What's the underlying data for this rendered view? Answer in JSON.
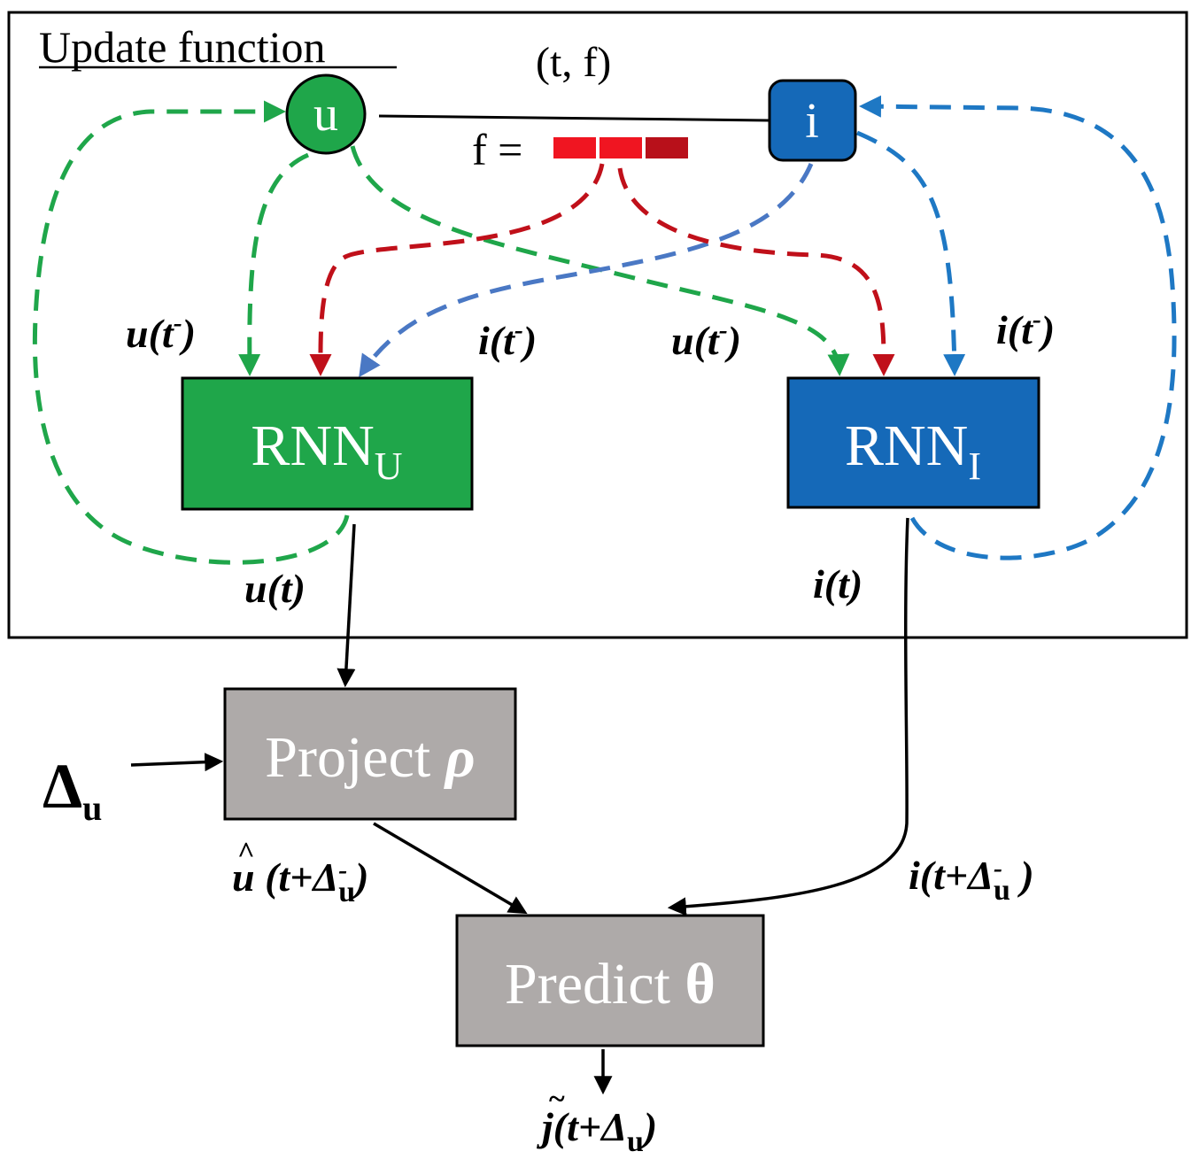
{
  "frame": {
    "title": "Update function"
  },
  "interaction": {
    "label": "(t, f)",
    "feature_prefix": "f ="
  },
  "nodes": {
    "user": {
      "letter": "u",
      "color": "#1fa64a"
    },
    "item": {
      "letter": "i",
      "color": "#1569b8"
    }
  },
  "rnn_user": {
    "main": "RNN",
    "sub": "U",
    "color": "#1fa64a"
  },
  "rnn_item": {
    "main": "RNN",
    "sub": "I",
    "color": "#1569b8"
  },
  "project": {
    "main": "Project",
    "symbol": "ρ",
    "color": "#aeaaa9"
  },
  "predict": {
    "main": "Predict",
    "symbol": "θ",
    "color": "#aeaaa9"
  },
  "labels": {
    "u_prev_left": {
      "base": "u(t",
      "sup": "-",
      "close": ")"
    },
    "i_prev_left": {
      "base": "i(t",
      "sup": "-",
      "close": ")"
    },
    "u_prev_right": {
      "base": "u(t",
      "sup": "-",
      "close": ")"
    },
    "i_prev_right": {
      "base": "i(t",
      "sup": "-",
      "close": ")"
    },
    "u_t": "u(t)",
    "i_t": "i(t)",
    "delta": {
      "base": "Δ",
      "sub": "u"
    },
    "u_hat": {
      "base": "u",
      "mid": " (t+Δ",
      "sup": "-",
      "sub": "u",
      "close": ")"
    },
    "i_future": {
      "base": "i(t+Δ",
      "sup": "-",
      "sub": "u",
      "close": " )"
    },
    "j_tilde": {
      "base": "j(t+Δ",
      "sub": "u",
      "close": ")"
    }
  },
  "colors": {
    "green_dash": "#1fa64a",
    "blue_dash": "#1e78c4",
    "red_dash": "#c0101a",
    "slate_dash": "#4a78c4",
    "feature_red": "#f01521",
    "feature_dark": "#b8101a"
  }
}
